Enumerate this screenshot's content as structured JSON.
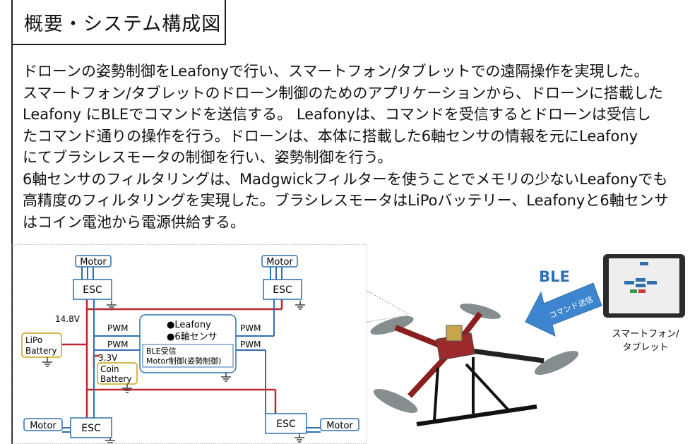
{
  "title": "概要・システム構成図",
  "description": [
    "ドローンの姿勢制御をLeafonyで行い、スマートフォン/タブレットでの遠隔操作を実現した。",
    "スマートフォン/タブレットのドローン制御のためのアプリケーションから、ドローンに搭載した",
    "Leafony にBLEでコマンドを送信する。 Leafonyは、コマンドを受信するとドローンは受信し",
    "たコマンド通りの操作を行う。ドローンは、本体に搭載した6軸センサの情報を元にLeafony",
    "にてブラシレスモータの制御を行い、姿勢制御を行う。",
    "6軸センサのフィルタリングは、Madgwickフィルターを使うことでメモリの少ないLeafonyでも",
    "高精度のフィルタリングを実現した。ブラシレスモータはLiPoバッテリー、Leafonyと6軸センサ",
    "はコイン電池から電源供給する。"
  ],
  "diagram": {
    "motor_label": "Motor",
    "esc_label": "ESC",
    "voltage_main": "14.8V",
    "voltage_coin": "3.3V",
    "pwm_label": "PWM",
    "lipo_line1": "LiPo",
    "lipo_line2": "Battery",
    "coin_line1": "Coin",
    "coin_line2": "Battery",
    "controller_line1": "●Leafony",
    "controller_line2": "●6軸センサ",
    "controller_sub1": "BLE受信",
    "controller_sub2": "Motor制御(姿勢制御)",
    "colors": {
      "power": "#c0262d",
      "signal": "#2f6fb0",
      "ground": "#333333",
      "battery_border": "#d9b94a"
    }
  },
  "scene": {
    "ble_label": "BLE",
    "command_label": "コマンド送信",
    "device_line1": "スマートフォン/",
    "device_line2": "タブレット",
    "colors": {
      "ble": "#2f6fb0",
      "arrow": "#3d86cf"
    }
  }
}
